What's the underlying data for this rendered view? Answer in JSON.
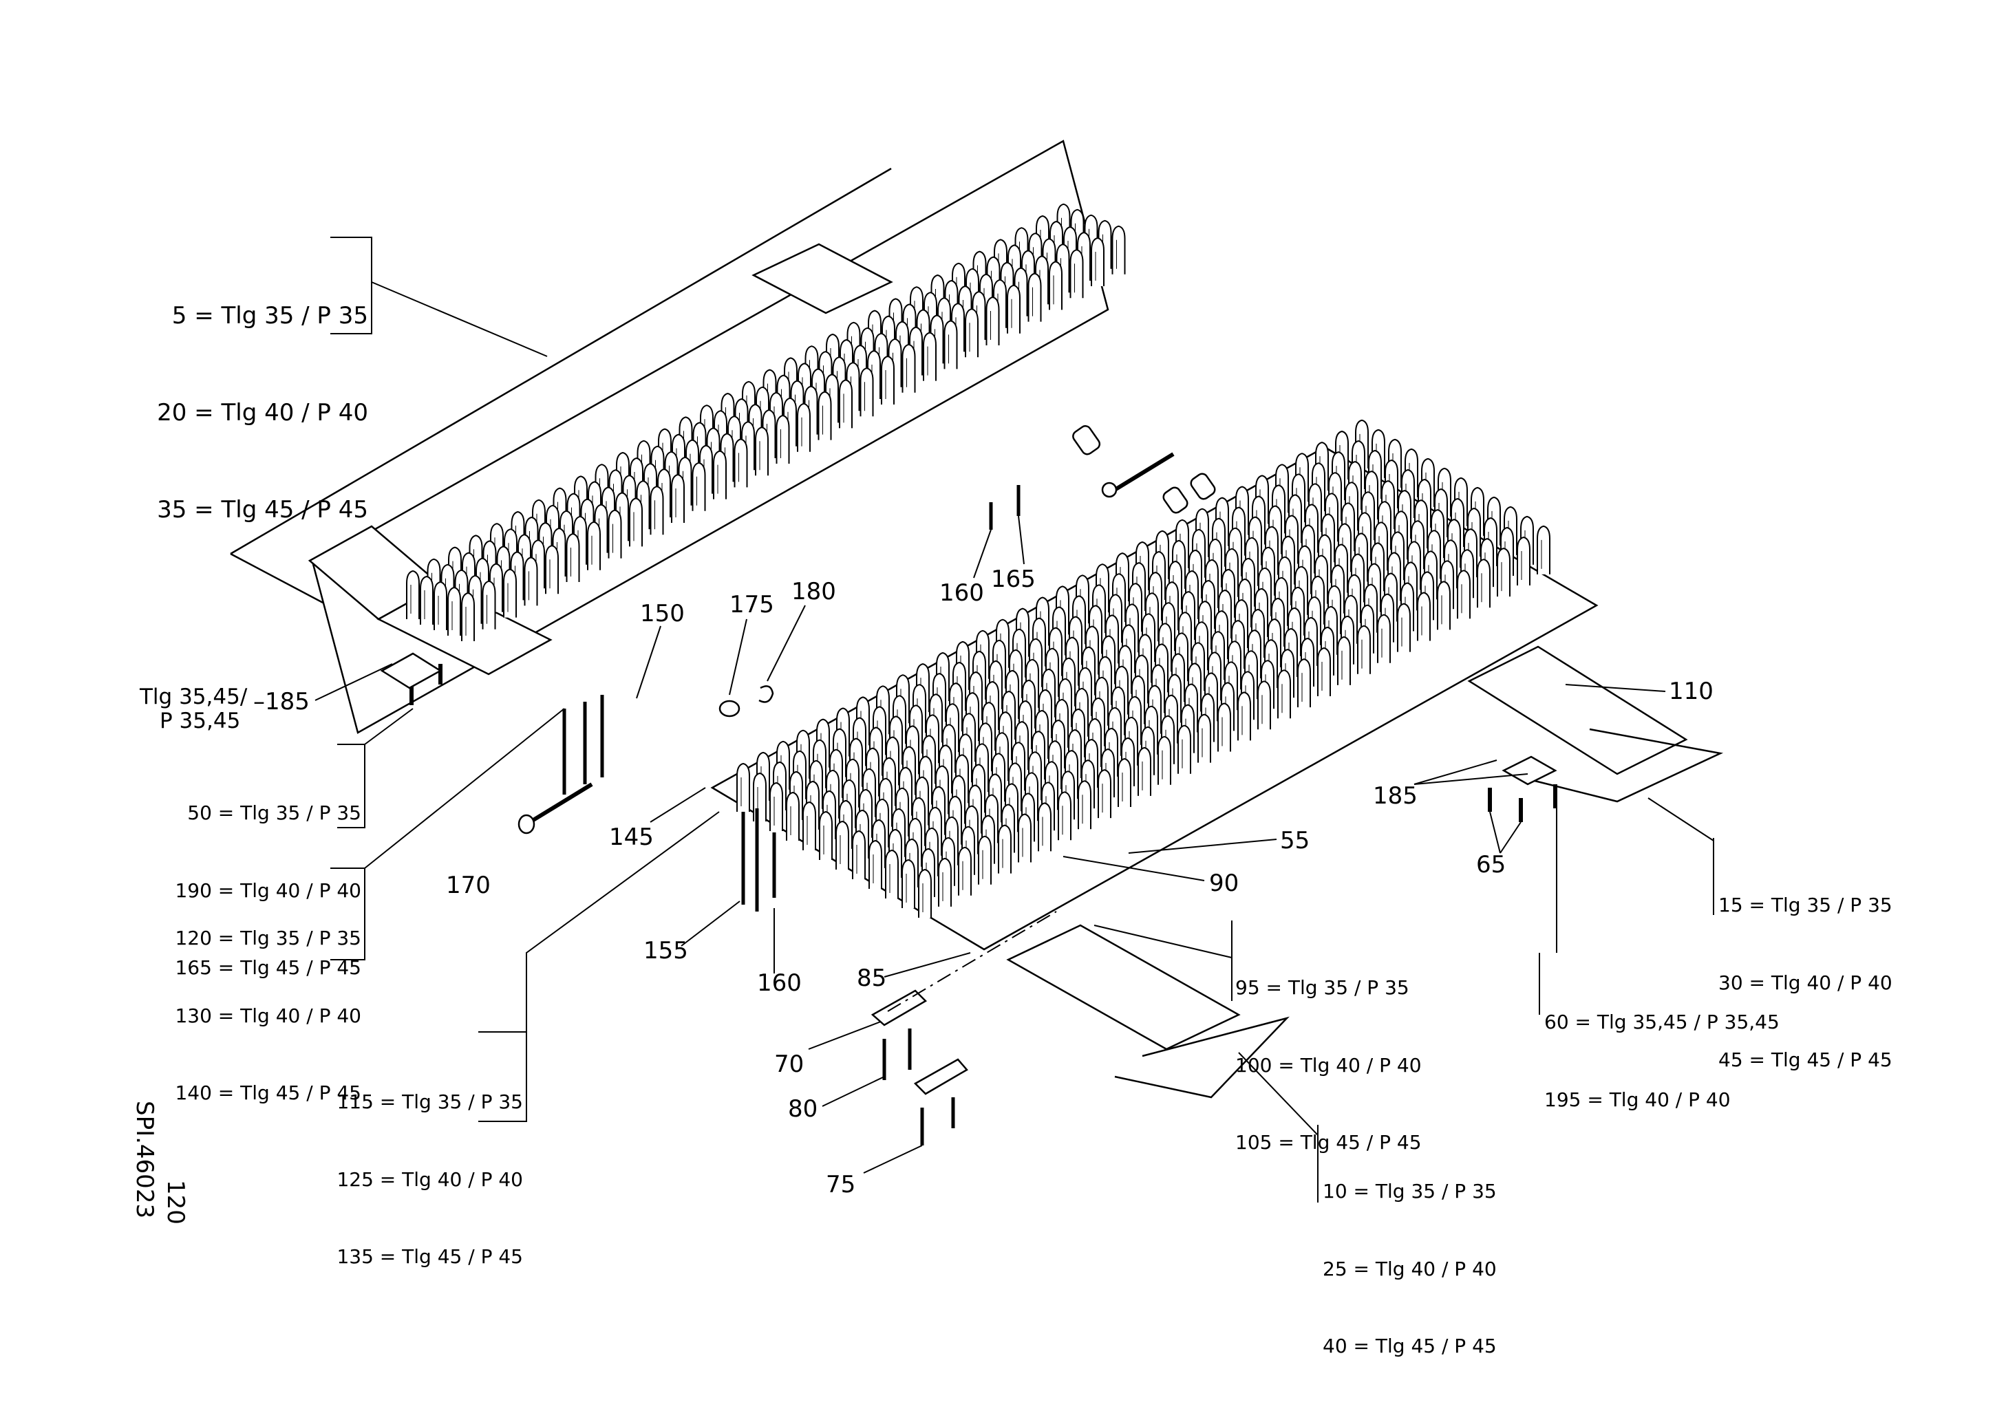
{
  "drawing": {
    "code": "SPI.46023",
    "sheet": "120"
  },
  "variant_tables": {
    "t5": [
      "5 = Tlg 35 / P 35",
      "20 = Tlg 40 / P 40",
      "35 = Tlg 45 / P 45"
    ],
    "t50": [
      "50 = Tlg 35 / P 35",
      "190 = Tlg 40 / P 40",
      "165 = Tlg 45 / P 45"
    ],
    "t120": [
      "120 = Tlg 35 / P 35",
      "130 = Tlg 40 / P 40",
      "140 = Tlg 45 / P 45"
    ],
    "t115": [
      "115 = Tlg 35 / P 35",
      "125 = Tlg 40 / P 40",
      "135 = Tlg 45 / P 45"
    ],
    "t95": [
      "95 = Tlg 35 / P 35",
      "100 = Tlg 40 / P 40",
      "105 = Tlg 45 / P 45"
    ],
    "t10": [
      "10 = Tlg 35 / P 35",
      "25 = Tlg 40 / P 40",
      "40 = Tlg 45 / P 45"
    ],
    "t15": [
      "15 = Tlg 35 / P 35",
      "30 = Tlg 40 / P 40",
      "45 = Tlg 45 / P 45"
    ],
    "t60": [
      "60 = Tlg 35,45 / P 35,45",
      "195 = Tlg 40 / P 40"
    ],
    "t185_note": [
      "Tlg 35,45/",
      "P 35,45"
    ]
  },
  "callouts": {
    "c185a": "185",
    "c150": "150",
    "c175": "175",
    "c180": "180",
    "c160a": "160",
    "c165": "165",
    "c110": "110",
    "c185b": "185",
    "c65": "65",
    "c55": "55",
    "c90": "90",
    "c170": "170",
    "c145": "145",
    "c155": "155",
    "c160b": "160",
    "c85": "85",
    "c70": "70",
    "c80": "80",
    "c75": "75"
  }
}
